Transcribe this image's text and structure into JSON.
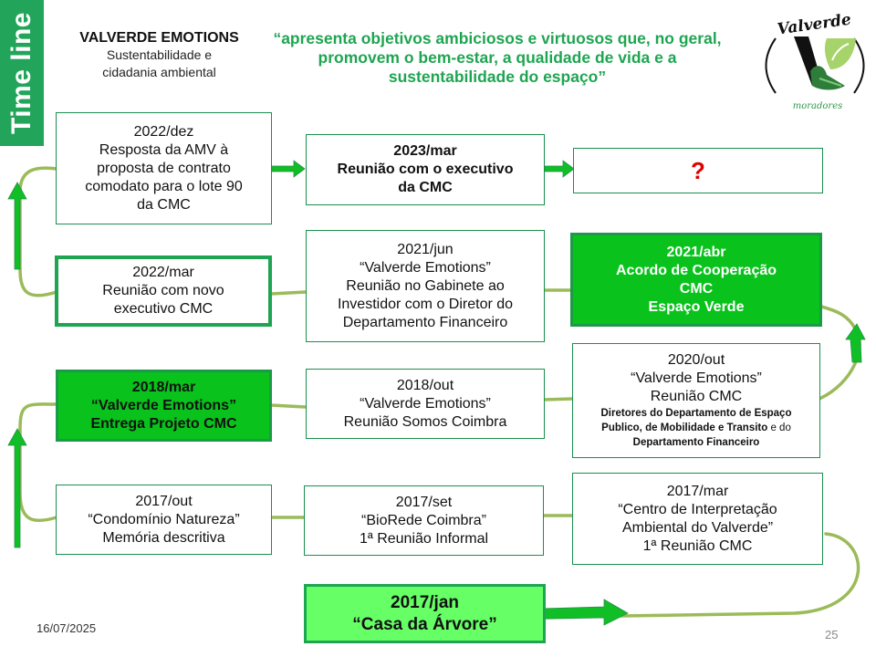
{
  "side_tab": {
    "label": "Time line"
  },
  "brand": {
    "title": "VALVERDE EMOTIONS",
    "subtitle_line1": "Sustentabilidade e",
    "subtitle_line2": "cidadania ambiental"
  },
  "quote": {
    "line1": "“apresenta objetivos ambiciosos e virtuosos que, no geral,",
    "line2": "promovem o bem-estar, a qualidade de vida e a",
    "line3": "sustentabilidade do espaço”"
  },
  "logo": {
    "name": "Valverde",
    "tagline": "moradores"
  },
  "timeline": [
    {
      "id": "2022-dez",
      "lines": [
        "2022/dez",
        "Resposta da AMV à",
        "proposta de contrato",
        "comodato para o lote 90",
        "da CMC"
      ]
    },
    {
      "id": "2023-mar",
      "lines": [
        "2023/mar",
        "Reunião com o executivo",
        "da CMC"
      ]
    },
    {
      "id": "next",
      "lines": [
        "?"
      ]
    },
    {
      "id": "2022-mar",
      "lines": [
        "2022/mar",
        "Reunião com novo",
        "executivo CMC"
      ]
    },
    {
      "id": "2021-jun",
      "lines": [
        "2021/jun",
        "“Valverde Emotions”",
        "Reunião no Gabinete ao",
        "Investidor com o Diretor do",
        "Departamento Financeiro"
      ]
    },
    {
      "id": "2021-abr",
      "lines": [
        "2021/abr",
        "Acordo de Cooperação",
        "CMC",
        "Espaço Verde"
      ]
    },
    {
      "id": "2018-mar",
      "lines": [
        "2018/mar",
        "“Valverde Emotions”",
        "Entrega Projeto CMC"
      ]
    },
    {
      "id": "2018-out",
      "lines": [
        "2018/out",
        "“Valverde Emotions”",
        "Reunião Somos Coimbra"
      ]
    },
    {
      "id": "2020-out",
      "lines": [
        "2020/out",
        "“Valverde Emotions”",
        "Reunião CMC"
      ],
      "detail": {
        "line1": "Diretores do Departamento de Espaço",
        "line2_bold": "Publico, de Mobilidade e Transito",
        "line2_reg": " e  do",
        "line3": "Departamento Financeiro"
      }
    },
    {
      "id": "2017-out",
      "lines": [
        "2017/out",
        "“Condomínio Natureza”",
        "Memória descritiva"
      ]
    },
    {
      "id": "2017-set",
      "lines": [
        "2017/set",
        "“BioRede Coimbra”",
        "1ª Reunião Informal"
      ]
    },
    {
      "id": "2017-mar",
      "lines": [
        "2017/mar",
        "“Centro de Interpretação",
        "Ambiental do Valverde”",
        "1ª Reunião CMC"
      ]
    },
    {
      "id": "2017-jan",
      "lines": [
        "2017/jan",
        "“Casa da Árvore”"
      ]
    }
  ],
  "colors": {
    "accent": "#1fa552",
    "highlight": "#09c21c",
    "start": "#66ff66",
    "connector": "#9bbb59",
    "arrow": "#0fbf25",
    "question": "#e00000"
  },
  "footer": {
    "date": "16/07/2025",
    "page": "25"
  }
}
